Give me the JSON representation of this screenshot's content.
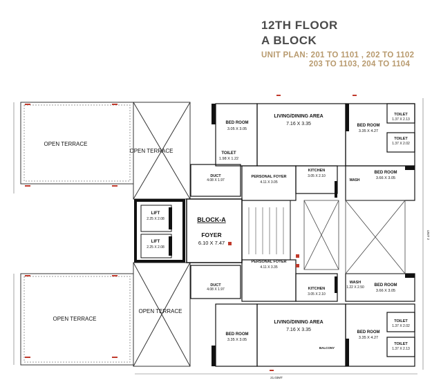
{
  "header": {
    "floor": "12TH FLOOR",
    "block": "A BLOCK",
    "unit_plan_line1": "UNIT PLAN: 201 TO 1101 , 202 TO 1102",
    "unit_plan_line2": "203 TO 1103, 204 TO 1104"
  },
  "plan": {
    "block_label": "BLOCK-A",
    "foyer": {
      "name": "FOYER",
      "dim": "6.10 X 7.47"
    },
    "lift1": {
      "name": "LIFT",
      "dim": "2.25 X 2.08"
    },
    "lift2": {
      "name": "LIFT",
      "dim": "2.25 X 2.08"
    },
    "open_terrace_left_top": "OPEN TERRACE",
    "open_terrace_left_bottom": "OPEN TERRACE",
    "open_terrace_mid_top": "OPEN TERRACE",
    "open_terrace_mid_bottom": "OPEN TERRACE",
    "duct_top": {
      "name": "DUCT",
      "dim": "4.08 X 1.97"
    },
    "duct_bottom": {
      "name": "DUCT",
      "dim": "4.08 X 1.97"
    },
    "bed_top_left": {
      "name": "BED ROOM",
      "dim": "3.05 X 3.05"
    },
    "toilet_top_left": {
      "name": "TOILET",
      "dim": "1.98 X 1.22"
    },
    "living_top": {
      "name": "LIVING/DINING AREA",
      "dim": "7.16 X 3.35"
    },
    "personal_foyer_top": {
      "name": "PERSONAL FOYER",
      "dim": "4.11 X 3.05"
    },
    "kitchen_top": {
      "name": "KITCHEN",
      "dim": "3.05 X 2.10"
    },
    "bed_top_right": {
      "name": "BED ROOM",
      "dim": "3.35 X 4.27"
    },
    "toilet_tr1": {
      "name": "TOILET",
      "dim": "1.37 X 2.13"
    },
    "toilet_tr2": {
      "name": "TOILET",
      "dim": "1.37 X 2.02"
    },
    "bed_mid_right_top": {
      "name": "BED ROOM",
      "dim": "3.66 X 3.05"
    },
    "wash_top": "WASH",
    "personal_foyer_bottom": {
      "name": "PERSONAL FOYER",
      "dim": "4.11 X 3.35"
    },
    "kitchen_bottom": {
      "name": "KITCHEN",
      "dim": "3.05 X 2.10"
    },
    "wash_bottom": {
      "name": "WASH",
      "dim": "1.22 X 2.50"
    },
    "bed_mid_right_bottom": {
      "name": "BED ROOM",
      "dim": "3.66 X 3.05"
    },
    "toilet_br1": {
      "name": "TOILET",
      "dim": "1.37 X 2.02"
    },
    "toilet_br2": {
      "name": "TOILET",
      "dim": "1.37 X 2.13"
    },
    "living_bottom": {
      "name": "LIVING/DINING AREA",
      "dim": "7.16 X 3.35"
    },
    "bed_bottom_left": {
      "name": "BED ROOM",
      "dim": "3.35 X 3.05"
    },
    "bed_bottom_right": {
      "name": "BED ROOM",
      "dim": "3.35 X 4.27"
    },
    "balcony": "BALCONY",
    "dim_bottom": "21.03MT",
    "dim_right": "UNIT 2"
  },
  "colors": {
    "title": "#4a4a4a",
    "subtitle": "#b89a6e",
    "wall": "#111111",
    "annotation": "#c0392b"
  }
}
